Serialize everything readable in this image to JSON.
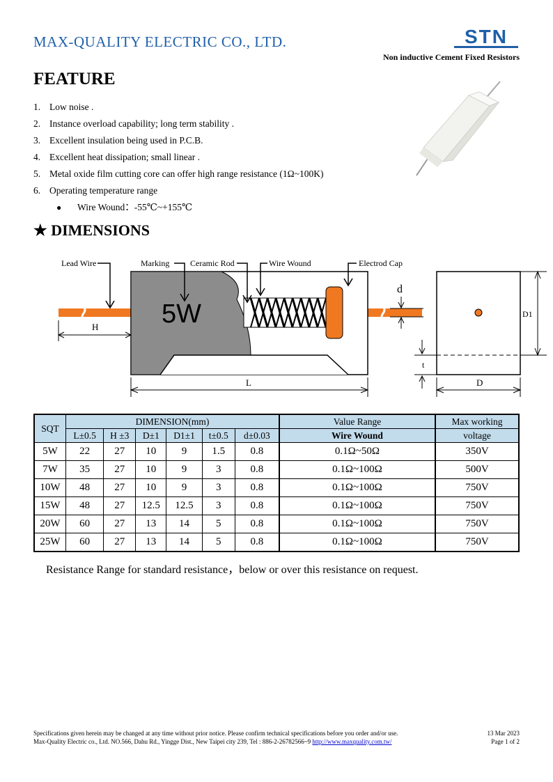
{
  "header": {
    "company": "MAX-QUALITY  ELECTRIC  CO.,  LTD.",
    "logo_text": "STN",
    "subtitle": "Non inductive Cement Fixed Resistors"
  },
  "features": {
    "title": "FEATURE",
    "items": [
      {
        "num": "1.",
        "text": "Low noise ."
      },
      {
        "num": "2.",
        "text": "Instance overload capability; long term stability ."
      },
      {
        "num": "3.",
        "text": "Excellent insulation being used in P.C.B."
      },
      {
        "num": "4.",
        "text": "Excellent heat dissipation; small linear ."
      },
      {
        "num": "5.",
        "text": "Metal oxide film cutting core can offer high range resistance (1Ω~100K)"
      },
      {
        "num": "6.",
        "text": "Operating temperature range"
      }
    ],
    "sub_bullet": "●",
    "sub_item": "Wire Wound：-55℃~+155℃"
  },
  "dimensions": {
    "title": "★ DIMENSIONS",
    "labels": {
      "lead_wire": "Lead Wire",
      "marking": "Marking",
      "ceramic_rod": "Ceramic Rod",
      "wire_wound": "Wire Wound",
      "electrod_cap": "Electrod Cap",
      "mark_text": "5W",
      "h": "H",
      "l": "L",
      "d_small": "d",
      "d1": "D1",
      "t": "t",
      "d_big": "D"
    }
  },
  "table": {
    "h_sqt": "SQT",
    "h_dimension": "DIMENSION(mm)",
    "h_value_range": "Value Range",
    "h_wire_wound": "Wire Wound",
    "h_max_voltage_1": "Max working",
    "h_max_voltage_2": "voltage",
    "sub_headers": [
      "L±0.5",
      "H ±3",
      "D±1",
      "D1±1",
      "t±0.5",
      "d±0.03"
    ],
    "rows": [
      {
        "sqt": "5W",
        "L": "22",
        "H": "27",
        "D": "10",
        "D1": "9",
        "t": "1.5",
        "d": "0.8",
        "range": "0.1Ω~50Ω",
        "voltage": "350V"
      },
      {
        "sqt": "7W",
        "L": "35",
        "H": "27",
        "D": "10",
        "D1": "9",
        "t": "3",
        "d": "0.8",
        "range": "0.1Ω~100Ω",
        "voltage": "500V"
      },
      {
        "sqt": "10W",
        "L": "48",
        "H": "27",
        "D": "10",
        "D1": "9",
        "t": "3",
        "d": "0.8",
        "range": "0.1Ω~100Ω",
        "voltage": "750V"
      },
      {
        "sqt": "15W",
        "L": "48",
        "H": "27",
        "D": "12.5",
        "D1": "12.5",
        "t": "3",
        "d": "0.8",
        "range": "0.1Ω~100Ω",
        "voltage": "750V"
      },
      {
        "sqt": "20W",
        "L": "60",
        "H": "27",
        "D": "13",
        "D1": "14",
        "t": "5",
        "d": "0.8",
        "range": "0.1Ω~100Ω",
        "voltage": "750V"
      },
      {
        "sqt": "25W",
        "L": "60",
        "H": "27",
        "D": "13",
        "D1": "14",
        "t": "5",
        "d": "0.8",
        "range": "0.1Ω~100Ω",
        "voltage": "750V"
      }
    ]
  },
  "note": "Resistance Range for standard resistance，below or over this resistance on request.",
  "footer": {
    "line1": "Specifications given herein may be changed at any time without prior notice. Please confirm technical specifications before you order and/or use.",
    "line2": "Max-Quality Electric co., Ltd. NO.566, Dahu Rd., Yingge Dist., New Taipei city 239, Tel : 886-2-26782566~9 ",
    "url": "http://www.maxquality.com.tw/",
    "date": "13 Mar 2023",
    "page": "Page   1  of   2"
  },
  "colors": {
    "brand_blue": "#1f5fa8",
    "lead_orange": "#f07820",
    "marking_gray": "#8c8c8c",
    "table_header": "#c3dcec"
  }
}
